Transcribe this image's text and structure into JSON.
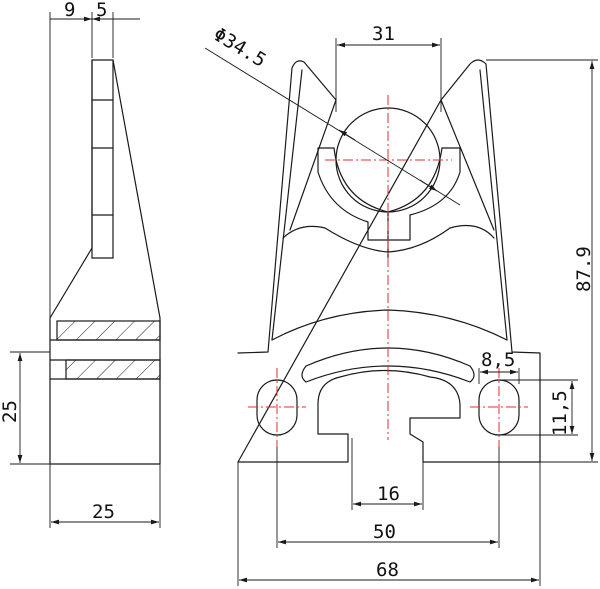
{
  "dimensions": {
    "side_top_left": "9",
    "side_top_right": "5",
    "side_height": "25",
    "side_width": "25",
    "hole_diameter": "Φ34.5",
    "top_opening": "31",
    "total_height": "87.9",
    "slot_width": "8,5",
    "slot_height": "11,5",
    "stem_width": "16",
    "slot_spacing": "50",
    "base_width": "68"
  },
  "colors": {
    "line": "#1a1a1a",
    "centerline": "#e03030",
    "background": "#ffffff"
  }
}
